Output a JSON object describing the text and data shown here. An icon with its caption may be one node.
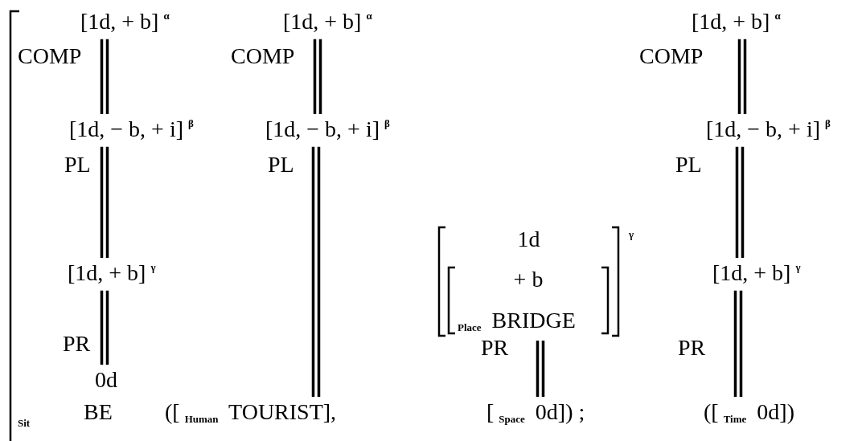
{
  "diagram": {
    "nodes": [
      {
        "text": [
          "[1d, + b]$^{α}$"
        ]
      },
      {
        "text": [
          "[1d,  − b, + i]$^{β}$"
        ]
      },
      {
        "text": [
          "[1d, + b]$^{γ}$"
        ]
      },
      {
        "text": [
          "0d"
        ]
      },
      {
        "text": [
          "[1d, + b]$^{α}$"
        ]
      },
      {
        "text": [
          "[1d,  − b, + i]$^{β}$"
        ]
      },
      {
        "text": [
          "([$_{Human}$  TOURIST],"
        ]
      },
      {
        "text": [
          "1d"
        ],
        "beside": [
          "γ"
        ]
      },
      {
        "text": [
          "+ b",
          "$_{Place}$  BRIDGE"
        ],
        "in": 7
      },
      {
        "text": [
          "[$_{Space}$  0d]) ;"
        ]
      },
      {
        "text": [
          "[1d, + b]$^{α}$"
        ]
      },
      {
        "text": [
          "[1d,  − b, + i]$^{β}$"
        ]
      },
      {
        "text": [
          "[1d, + b]$^{γ}$"
        ]
      },
      {
        "text": [
          "([$_{Time}$  0d])"
        ]
      }
    ],
    "edges": [
      {
        "from": 0,
        "to": 1,
        "arrow": "none",
        "label": "COMP"
      },
      {
        "from": 1,
        "to": 2,
        "arrow": "none",
        "label": "PL"
      },
      {
        "from": 2,
        "to": 3,
        "arrow": "none",
        "label": "PR"
      },
      {
        "from": 4,
        "to": 5,
        "arrow": "none",
        "label": "COMP"
      },
      {
        "from": 5,
        "to": 6,
        "arrow": "none",
        "label": "PL"
      },
      {
        "from": 7,
        "to": 9,
        "arrow": "none",
        "label": "PR"
      },
      {
        "from": 10,
        "to": 11,
        "arrow": "none",
        "label": "COMP"
      },
      {
        "from": 11,
        "to": 12,
        "arrow": "none",
        "label": "PL"
      },
      {
        "from": 12,
        "to": 13,
        "arrow": "none",
        "label": "PR"
      }
    ],
    "labels": [
      "Sit",
      "BE"
    ]
  }
}
